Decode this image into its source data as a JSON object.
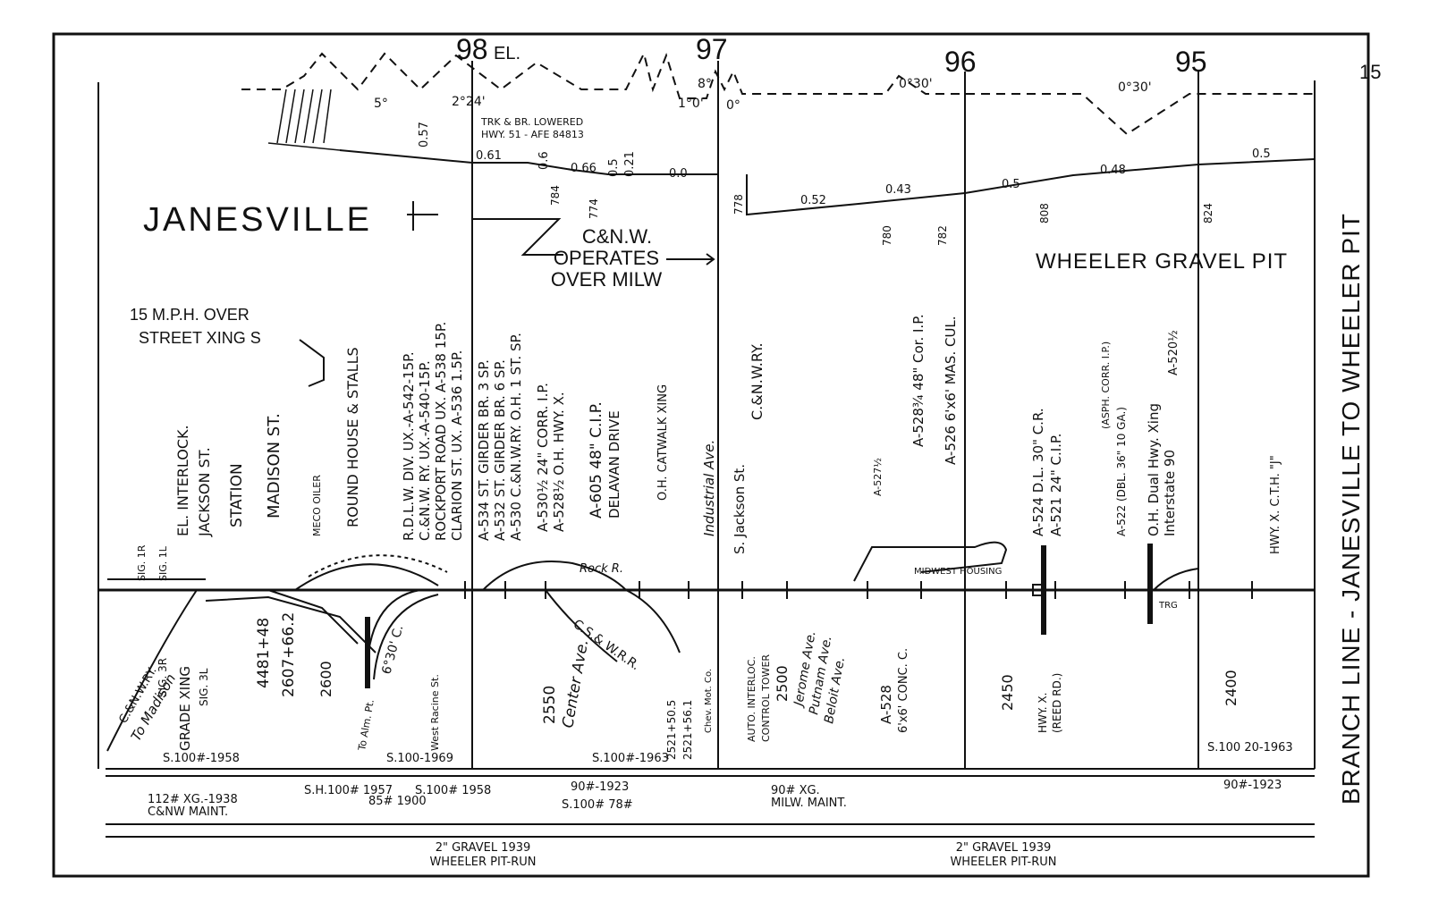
{
  "page_number": "15",
  "title": "BRANCH LINE - JANESVILLE TO WHEELER PIT",
  "mileposts": [
    "98",
    "97",
    "96",
    "95"
  ],
  "mp98_suffix": "EL.",
  "place_name": "JANESVILLE",
  "big_labels": {
    "operates": [
      "C&N.W.",
      "OPERATES",
      "OVER MILW"
    ],
    "speed": [
      "15 M.P.H. OVER",
      "STREET XING S"
    ],
    "pit": "WHEELER GRAVEL PIT"
  },
  "profile": {
    "grades_top": [
      "5°",
      "2°24'",
      "1°0'",
      "8°",
      "0°",
      "0°30'",
      "0°30'"
    ],
    "grade_values": [
      "0.57",
      "0.61",
      "0.6",
      "0.66",
      "0.5",
      "0.21",
      "0.0",
      "0.52",
      "0.43",
      "0.5",
      "0.48",
      "0.5"
    ],
    "elevations": [
      "784",
      "774",
      "778",
      "780",
      "782",
      "808",
      "824"
    ],
    "overhead_note": [
      "TRK & BR. LOWERED",
      "HWY. 51 - AFE 84813"
    ]
  },
  "vertical_labels": [
    "R.D.L.W. DIV. UX.-A-542-15P.",
    "C.&N.W. RY. UX.-A-540-15P.",
    "ROCKPORT ROAD UX. A-538 15P.",
    "CLARION ST. UX. A-536 1.5P.",
    "A-534 ST. GIRDER BR. 3 SP.",
    "A-532 ST. GIRDER BR. 6 SP.",
    "A-530 C.&N.W.RY. O.H. 1 ST. SP.",
    "A-530½ 24\" CORR. I.P.",
    "A-528½ O.H. HWY. X.",
    "A-605 48\" C.I.P.",
    "DELAVAN DRIVE",
    "O.H. CATWALK XING",
    "Industrial Ave.",
    "S. Jackson St.",
    "C.&N.W.RY.",
    "A-528¾ 48\" Cor. I.P.",
    "A-526 6'x6' MAS. CUL.",
    "A-524 D.L. 30\" C.R.",
    "A-521 24\" C.I.P.",
    "A-522 (DBL. 36\" 10 GA.)",
    "(ASPH. CORR. I.P.)",
    "O.H. Dual Hwy. Xing",
    "Interstate 90",
    "A-520½",
    "HWY. X. C.T.H. \"J\"",
    "A-527½",
    "EL. INTERLOCK.",
    "JACKSON ST.",
    "STATION",
    "MADISON ST.",
    "MECO OILER",
    "ROUND HOUSE & STALLS",
    "SIG. 1R",
    "SIG. 1L"
  ],
  "below_labels": [
    "C.&N.W.RY.",
    "To Madison",
    "SIG. 3R",
    "GRADE XING",
    "SIG. 3L",
    "4481+48",
    "2607+66.2",
    "2600",
    "To Alm. Pt.",
    "6°30' C.",
    "West Racine St.",
    "2550",
    "Center Ave.",
    "C.S.& W.R.R.",
    "2521+50.5",
    "2521+56.1",
    "Chev. Mot. Co.",
    "AUTO. INTERLOC.",
    "CONTROL TOWER",
    "2500",
    "Jerome Ave.",
    "Putnam Ave.",
    "Beloit Ave.",
    "A-528",
    "6'x6' CONC. C.",
    "2450",
    "HWY. X.",
    "(REED RD.)",
    "2400",
    "Rock R.",
    "MIDWEST HOUSING",
    "TRG"
  ],
  "rail_notes": [
    "S.100#-1958",
    "S.100-1969",
    "S.100#-1963",
    "S.100 20-1963",
    "112# XG.-1938",
    "C&NW MAINT.",
    "S.H.100# 1957",
    "85# 1900",
    "S.100# 1958",
    "90#-1923",
    "S.100# 78#",
    "90# XG.",
    "MILW. MAINT.",
    "90#-1923"
  ],
  "ballast": [
    [
      "2\" GRAVEL 1939",
      "WHEELER PIT-RUN"
    ],
    [
      "2\" GRAVEL 1939",
      "WHEELER PIT-RUN"
    ]
  ]
}
